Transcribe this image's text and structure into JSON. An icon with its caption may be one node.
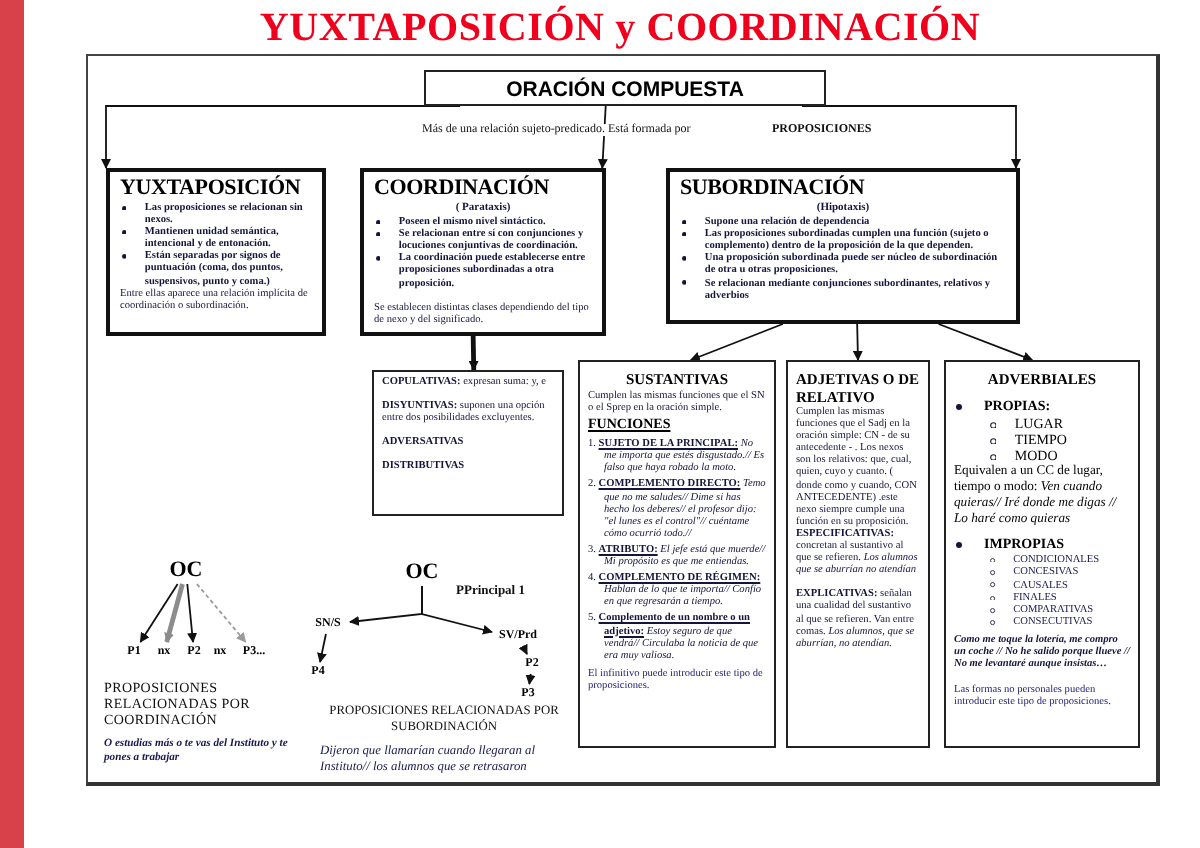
{
  "diagram": {
    "title": "YUXTAPOSICIÓN y COORDINACIÓN",
    "nodes": [
      {
        "text": [
          "ORACIÓN COMPUESTA"
        ]
      },
      {
        "text": [
          "YUXTAPOSICIÓN",
          "Las proposiciones se relacionan sin nexos.",
          "Mantienen unidad semántica, intencional y de entonación.",
          "Están separadas por signos de puntuación (coma, dos puntos, suspensivos, punto y coma.)",
          "Entre ellas aparece una relación implícita de coordinación o subordinación."
        ]
      },
      {
        "text": [
          "COORDINACIÓN",
          "( Parataxis)",
          "Poseen el mismo nivel sintáctico.",
          "Se relacionan entre sí con conjunciones y locuciones conjuntivas de coordinación.",
          "La coordinación puede establecerse entre proposiciones subordinadas a otra proposición.",
          "Se establecen distintas clases dependiendo del tipo de nexo y del significado."
        ]
      },
      {
        "text": [
          "SUBORDINACIÓN",
          "(Hipotaxis)",
          "Supone una relación de dependencia",
          "Las proposiciones subordinadas cumplen una función (sujeto o complemento) dentro de la proposición de la que dependen.",
          "Una proposición subordinada puede ser núcleo de subordinación de otra u otras proposiciones.",
          "Se relacionan mediante conjunciones subordinantes, relativos y adverbios"
        ]
      },
      {
        "text": [
          "**COPULATIVAS:** expresan suma: y, e",
          "**DISYUNTIVAS:** suponen una opción entre dos posibilidades excluyentes.",
          "ADVERSATIVAS",
          "DISTRIBUTIVAS"
        ]
      },
      {
        "text": [
          "SUSTANTIVAS",
          "Cumplen las mismas funciones que el SN o el Sprep en la oración simple.",
          "FUNCIONES",
          "1. **SUJETO DE LA PRINCIPAL:** *No me importa que estés disgustado.// Es falso que haya robado la moto.*",
          "2. **COMPLEMENTO DIRECTO:** *Temo que no me saludes// Dime si has hecho los deberes// el profesor dijo: \"el lunes es el control\"// cuéntame cómo ocurrió todo.//*",
          "3. **ATRIBUTO:** *El jefe está que muerde// Mi propósito es que me entiendas.*",
          "4. **COMPLEMENTO DE RÉGIMEN:** *Hablan de lo que te importa// Confío en que regresarán a tiempo.*",
          "5. **Complemento de un nombre o un adjetivo:** *Estoy seguro de que vendrá// Circulaba la noticia de que era muy valiosa.*",
          "El infinitivo puede introducir este tipo de proposiciones."
        ]
      },
      {
        "text": [
          "ADJETIVAS O DE RELATIVO",
          "Cumplen las mismas funciones que el Sadj en la oración simple: CN - de su antecedente - . Los nexos son los relativos: que, cual, quien, cuyo y cuanto. ( donde como y cuando, CON ANTECEDENTE) .este nexo siempre cumple una función en su proposición.",
          "**ESPECIFICATIVAS:** concretan al sustantivo al que se refieren. *Los alumnos que se aburrían no atendían*",
          "**EXPLICATIVAS:** señalan una cualidad del sustantivo al que se refieren. Van entre comas. *Los alumnos, que se aburrían, no atendían.*"
        ]
      },
      {
        "text": [
          "ADVERBIALES",
          "PROPIAS:",
          "LUGAR",
          "TIEMPO",
          "MODO",
          "Equivalen a un CC de lugar, tiempo o modo: *Ven cuando quieras// Iré donde me digas // Lo haré como quieras*",
          "IMPROPIAS",
          "CONDICIONALES",
          "CONCESIVAS",
          "CAUSALES",
          "FINALES",
          "COMPARATIVAS",
          "CONSECUTIVAS",
          "Como me toque la lotería, me compro un coche // No he salido porque llueve // No me levantaré aunque insistas…",
          "Las formas no personales pueden introducir este tipo de proposiciones."
        ]
      },
      {
        "text": [
          "OC"
        ]
      },
      {
        "text": [
          "P1"
        ]
      },
      {
        "text": [
          "nx"
        ]
      },
      {
        "text": [
          "P2"
        ]
      },
      {
        "text": [
          "nx"
        ]
      },
      {
        "text": [
          "P3..."
        ]
      },
      {
        "text": [
          "OC"
        ]
      },
      {
        "text": [
          "SN/S"
        ]
      },
      {
        "text": [
          "SV/Prd"
        ]
      },
      {
        "text": [
          "P4"
        ]
      },
      {
        "text": [
          "P2"
        ]
      },
      {
        "text": [
          "P3"
        ]
      }
    ],
    "edges": [
      {
        "from": 0,
        "to": 1,
        "arrow": "to"
      },
      {
        "from": 0,
        "to": 2,
        "arrow": "to"
      },
      {
        "from": 0,
        "to": 3,
        "arrow": "to"
      },
      {
        "from": 2,
        "to": 4,
        "arrow": "to",
        "style": "thick"
      },
      {
        "from": 3,
        "to": 5,
        "arrow": "to"
      },
      {
        "from": 3,
        "to": 6,
        "arrow": "to"
      },
      {
        "from": 3,
        "to": 7,
        "arrow": "to"
      },
      {
        "from": 8,
        "to": 9,
        "arrow": "to"
      },
      {
        "from": 8,
        "to": 10,
        "arrow": "to",
        "style": "thick",
        "color": "#8c8c8c"
      },
      {
        "from": 8,
        "to": 11,
        "arrow": "to"
      },
      {
        "from": 8,
        "to": 13,
        "arrow": "to",
        "style": "dashed",
        "color": "#9a9a9a"
      },
      {
        "from": 14,
        "to": 15,
        "arrow": "to"
      },
      {
        "from": 14,
        "to": 16,
        "arrow": "to"
      },
      {
        "from": 15,
        "to": 17,
        "arrow": "to"
      },
      {
        "from": 16,
        "to": 18,
        "arrow": "to"
      },
      {
        "from": 18,
        "to": 19,
        "arrow": "to"
      }
    ],
    "labels": [
      "Más de una relación sujeto-predicado. Está formada por",
      "PROPOSICIONES",
      "PROPOSICIONES RELACIONADAS POR COORDINACIÓN",
      "O estudias más o te vas del Instituto y te pones a trabajar",
      "PPrincipal 1",
      "PROPOSICIONES RELACIONADAS POR SUBORDINACIÓN",
      "Dijeron que llamarían cuando llegaran al Instituto// los alumnos que se retrasaron"
    ]
  }
}
